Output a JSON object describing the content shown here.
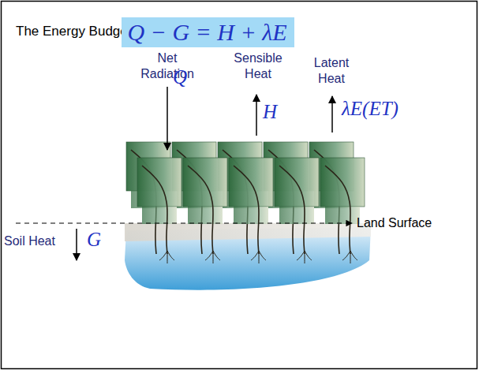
{
  "diagram": {
    "title": "The Energy Budget:",
    "nodes": [
      {
        "text": [
          "Q − G = H + λE"
        ]
      }
    ],
    "labels": [
      "Net Radiation",
      "Q",
      "Sensible Heat",
      "H",
      "Latent Heat",
      "λE(ET)",
      "Land Surface",
      "Soil Heat",
      "G"
    ]
  }
}
